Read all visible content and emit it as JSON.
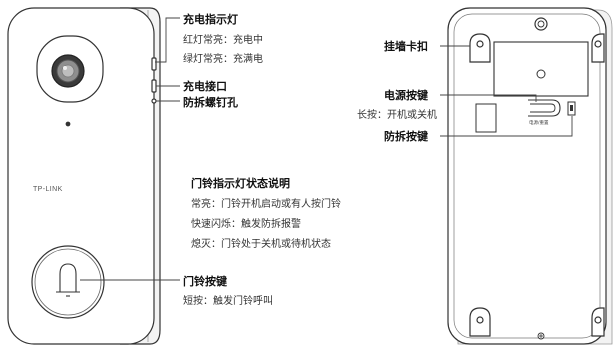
{
  "front": {
    "brand": "TP-LINK",
    "charge_indicator": {
      "title": "充电指示灯",
      "lines": [
        "红灯常亮：充电中",
        "绿灯常亮：充满电"
      ]
    },
    "charge_port": {
      "title": "充电接口"
    },
    "tamper_screw_hole": {
      "title": "防拆螺钉孔"
    },
    "indicator_status": {
      "title": "门铃指示灯状态说明",
      "lines": [
        "常亮：门铃开机启动或有人按门铃",
        "快速闪烁：触发防拆报警",
        "熄灭：门铃处于关机或待机状态"
      ]
    },
    "doorbell_button": {
      "title": "门铃按键",
      "lines": [
        "短按：触发门铃呼叫"
      ]
    }
  },
  "back": {
    "wall_hook": {
      "title": "挂墙卡扣"
    },
    "power_button": {
      "title": "电源按键",
      "lines": [
        "长按：开机或关机"
      ],
      "small_label": "电源/重置"
    },
    "tamper_button": {
      "title": "防拆按键"
    }
  },
  "colors": {
    "outline": "#333333",
    "leader": "#444444",
    "body_fill": "#ffffff",
    "side_fill": "#f2f2f2",
    "lens_outer": "#3a3a3a",
    "lens_inner": "#9a9a9a"
  }
}
